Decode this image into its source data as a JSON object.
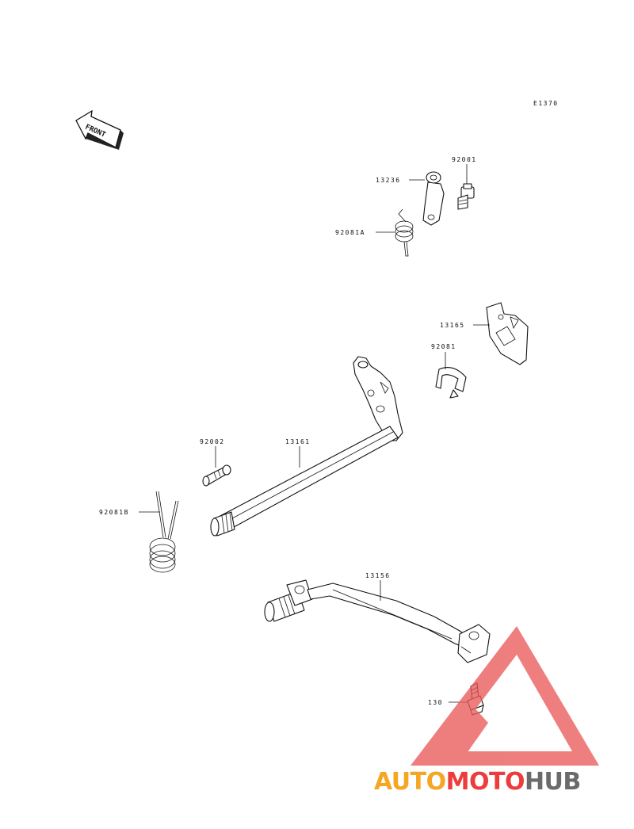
{
  "diagram": {
    "figure_code": "E1370",
    "front_arrow_label": "FRONT",
    "parts": [
      {
        "id": "13236",
        "label": "13236"
      },
      {
        "id": "92001",
        "label": "92001"
      },
      {
        "id": "92081A",
        "label": "92081A"
      },
      {
        "id": "13165",
        "label": "13165"
      },
      {
        "id": "92081",
        "label": "92081"
      },
      {
        "id": "92002",
        "label": "92002"
      },
      {
        "id": "13161",
        "label": "13161"
      },
      {
        "id": "92081B",
        "label": "92081B"
      },
      {
        "id": "13156",
        "label": "13156"
      },
      {
        "id": "130",
        "label": "130"
      }
    ]
  },
  "watermark": {
    "part1": "AUTO",
    "part2": "MOTO",
    "part3": "HUB",
    "color_orange": "#f5a623",
    "color_red": "#ee3b3b",
    "color_gray": "#6b6b6b",
    "logo_color": "#ea5a5a"
  }
}
